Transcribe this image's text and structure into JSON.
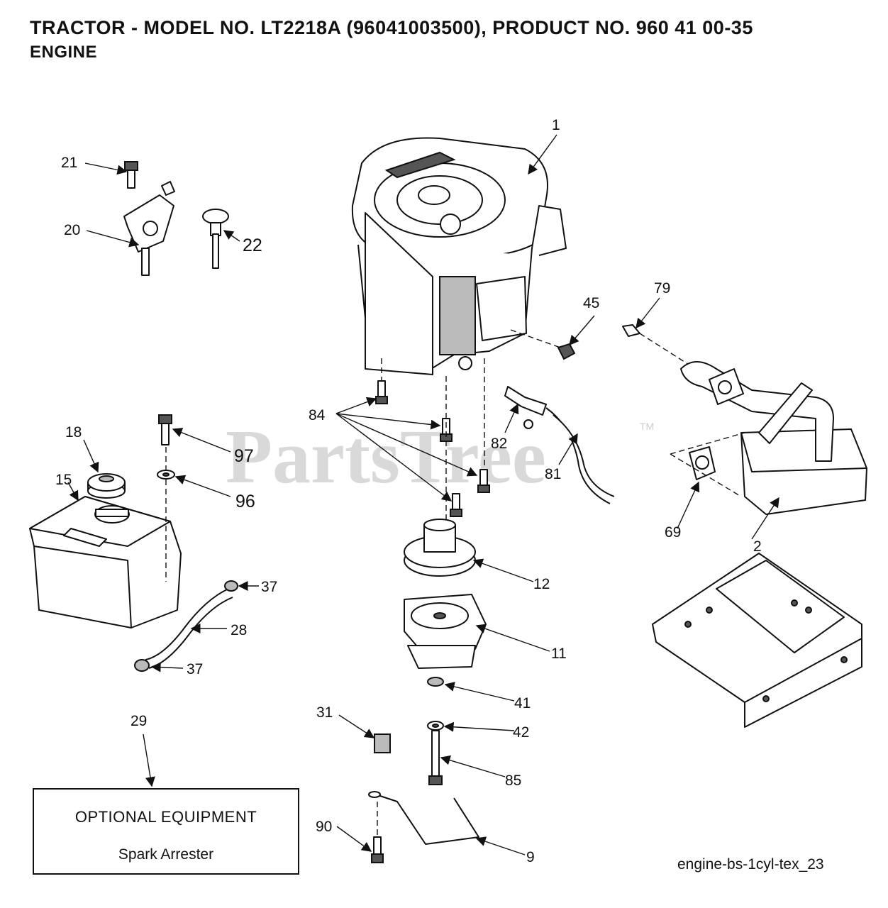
{
  "header": {
    "title": "TRACTOR - MODEL NO. LT2218A (96041003500), PRODUCT NO. 960 41 00-35",
    "subtitle": "ENGINE"
  },
  "watermark": {
    "text": "PartsTree",
    "tm": "TM"
  },
  "callouts": {
    "c1": "1",
    "c2": "2",
    "c9": "9",
    "c11": "11",
    "c12": "12",
    "c15": "15",
    "c18": "18",
    "c20": "20",
    "c21": "21",
    "c22": "22",
    "c28": "28",
    "c29": "29",
    "c31": "31",
    "c37a": "37",
    "c37b": "37",
    "c41": "41",
    "c42": "42",
    "c45": "45",
    "c69": "69",
    "c79": "79",
    "c81": "81",
    "c82": "82",
    "c84": "84",
    "c85": "85",
    "c90": "90",
    "c96": "96",
    "c97": "97"
  },
  "optional_equipment": {
    "title": "OPTIONAL EQUIPMENT",
    "item": "Spark Arrester"
  },
  "figure_ref": "engine-bs-1cyl-tex_23"
}
